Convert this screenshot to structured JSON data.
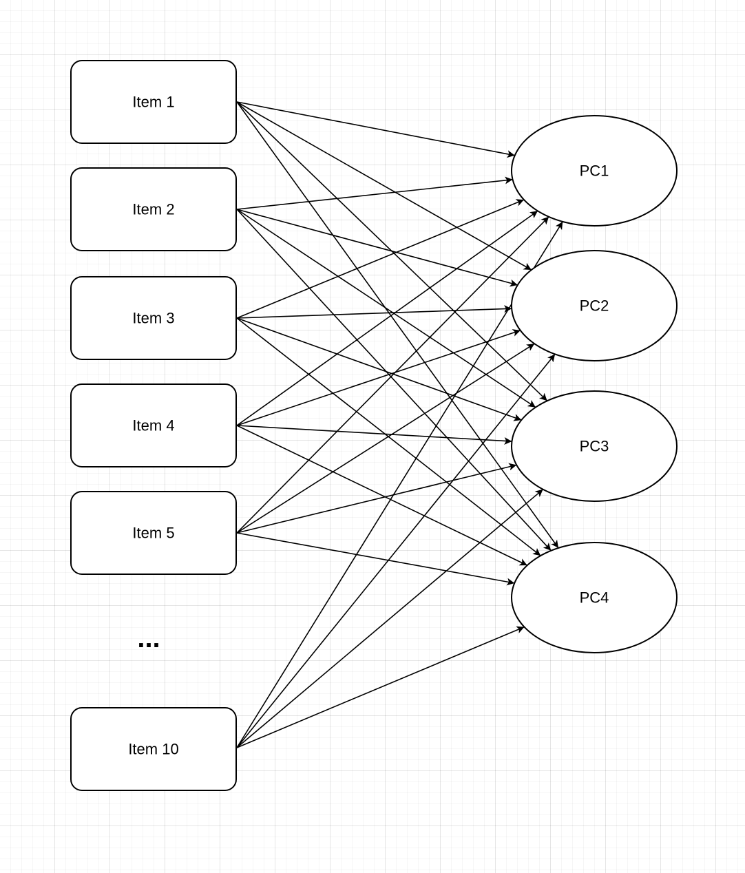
{
  "items": [
    {
      "id": "item1",
      "label": "Item 1"
    },
    {
      "id": "item2",
      "label": "Item 2"
    },
    {
      "id": "item3",
      "label": "Item 3"
    },
    {
      "id": "item4",
      "label": "Item 4"
    },
    {
      "id": "item5",
      "label": "Item 5"
    },
    {
      "id": "item10",
      "label": "Item 10"
    }
  ],
  "ellipsis": "...",
  "components": [
    {
      "id": "pc1",
      "label": "PC1"
    },
    {
      "id": "pc2",
      "label": "PC2"
    },
    {
      "id": "pc3",
      "label": "PC3"
    },
    {
      "id": "pc4",
      "label": "PC4"
    }
  ],
  "edges": [
    {
      "from": "item1",
      "to": "pc1"
    },
    {
      "from": "item1",
      "to": "pc2"
    },
    {
      "from": "item1",
      "to": "pc3"
    },
    {
      "from": "item1",
      "to": "pc4"
    },
    {
      "from": "item2",
      "to": "pc1"
    },
    {
      "from": "item2",
      "to": "pc2"
    },
    {
      "from": "item2",
      "to": "pc3"
    },
    {
      "from": "item2",
      "to": "pc4"
    },
    {
      "from": "item3",
      "to": "pc1"
    },
    {
      "from": "item3",
      "to": "pc2"
    },
    {
      "from": "item3",
      "to": "pc3"
    },
    {
      "from": "item3",
      "to": "pc4"
    },
    {
      "from": "item4",
      "to": "pc1"
    },
    {
      "from": "item4",
      "to": "pc2"
    },
    {
      "from": "item4",
      "to": "pc3"
    },
    {
      "from": "item4",
      "to": "pc4"
    },
    {
      "from": "item5",
      "to": "pc1"
    },
    {
      "from": "item5",
      "to": "pc2"
    },
    {
      "from": "item5",
      "to": "pc3"
    },
    {
      "from": "item5",
      "to": "pc4"
    },
    {
      "from": "item10",
      "to": "pc1"
    },
    {
      "from": "item10",
      "to": "pc2"
    },
    {
      "from": "item10",
      "to": "pc3"
    },
    {
      "from": "item10",
      "to": "pc4"
    }
  ]
}
